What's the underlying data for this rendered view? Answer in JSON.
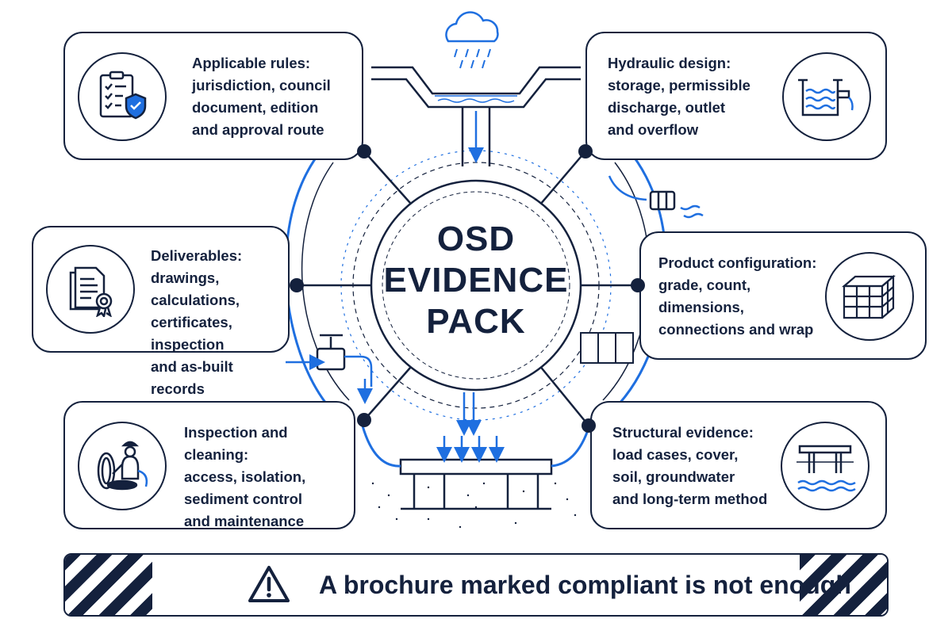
{
  "center": {
    "lines": [
      "OSD",
      "EVIDENCE",
      "PACK"
    ]
  },
  "cards": {
    "rules": {
      "title": "Applicable rules:",
      "body": "jurisdiction, council\ndocument, edition\nand approval route",
      "icon": "checklist-shield-icon"
    },
    "hydraulic": {
      "title": "Hydraulic design:",
      "body": "storage, permissible\ndischarge, outlet\nand overflow",
      "icon": "tank-outlet-icon"
    },
    "deliverables": {
      "title": "Deliverables:",
      "body": "drawings, calculations,\ncertificates, inspection\nand as-built records",
      "icon": "documents-certificate-icon"
    },
    "product": {
      "title": "Product configuration:",
      "body": "grade, count,\ndimensions,\nconnections and wrap",
      "icon": "module-crate-icon"
    },
    "inspection": {
      "title": "Inspection and cleaning:",
      "body": "access, isolation,\nsediment control\nand maintenance",
      "icon": "worker-manhole-icon"
    },
    "structural": {
      "title": "Structural evidence:",
      "body": "load cases, cover,\nsoil, groundwater\nand long-term method",
      "icon": "load-structure-icon"
    }
  },
  "banner": {
    "text": "A brochure marked compliant is not enough",
    "icon": "warning-icon"
  },
  "colors": {
    "navy": "#14213d",
    "blue": "#1f6fe0"
  }
}
